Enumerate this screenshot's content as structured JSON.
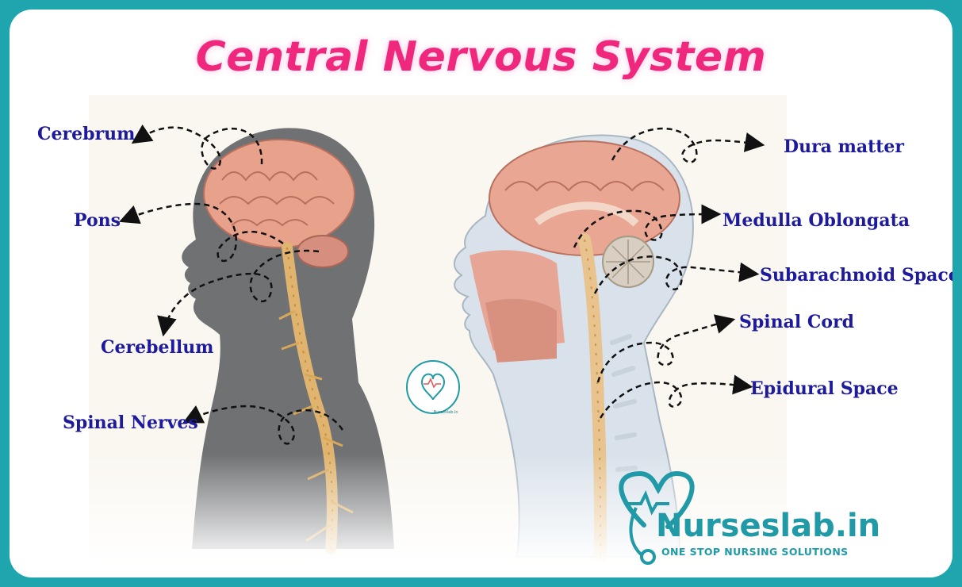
{
  "title": "Central Nervous System",
  "labels_left": {
    "cerebrum": "Cerebrum",
    "pons": "Pons",
    "cerebellum": "Cerebellum",
    "spinal_nerves": "Spinal Nerves"
  },
  "labels_right": {
    "dura_matter": "Dura matter",
    "medulla_oblongata": "Medulla Oblongata",
    "subarachnoid_space": "Subarachnoid Space",
    "spinal_cord": "Spinal Cord",
    "epidural_space": "Epidural Space"
  },
  "brand": {
    "name": "Nurseslab.in",
    "tagline": "ONE STOP NURSING SOLUTIONS",
    "stamp_text": "Nurseslab.in"
  },
  "colors": {
    "frame": "#1ea5ad",
    "title": "#f0287d",
    "label": "#1d1a9c",
    "brand": "#1f9aa6"
  },
  "icons": [
    "heart-stethoscope-logo-icon"
  ]
}
